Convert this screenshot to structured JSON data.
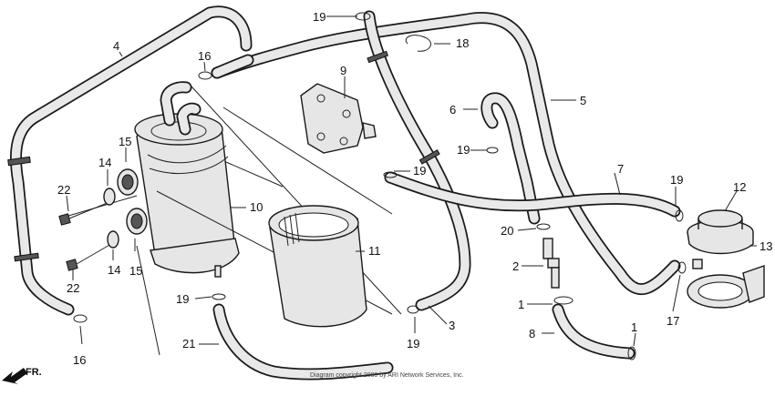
{
  "callouts": [
    "1",
    "2",
    "3",
    "4",
    "5",
    "6",
    "7",
    "8",
    "9",
    "10",
    "11",
    "12",
    "13",
    "14",
    "15",
    "16",
    "17",
    "18",
    "19",
    "20",
    "21",
    "22"
  ],
  "labels": {
    "p4": "4",
    "p16a": "16",
    "p9": "9",
    "p19a": "19",
    "p18": "18",
    "p5": "5",
    "p6": "6",
    "p19b": "19",
    "p19c": "19",
    "p7": "7",
    "p19d": "19",
    "p12": "12",
    "p13": "13",
    "p15a": "15",
    "p14a": "14",
    "p22a": "22",
    "p10": "10",
    "p11": "11",
    "p14b": "14",
    "p15b": "15",
    "p22b": "22",
    "p16b": "16",
    "p19e": "19",
    "p21": "21",
    "p3": "3",
    "p19f": "19",
    "p20": "20",
    "p2": "2",
    "p1a": "1",
    "p8": "8",
    "p1b": "1",
    "p17": "17"
  },
  "direction_marker": "FR.",
  "copyright": "Diagram copyright 2000 by ARI Network Services, Inc.",
  "colors": {
    "line": "#1a1a1a",
    "hose_fill": "#e9e9e9",
    "background": "#ffffff"
  }
}
